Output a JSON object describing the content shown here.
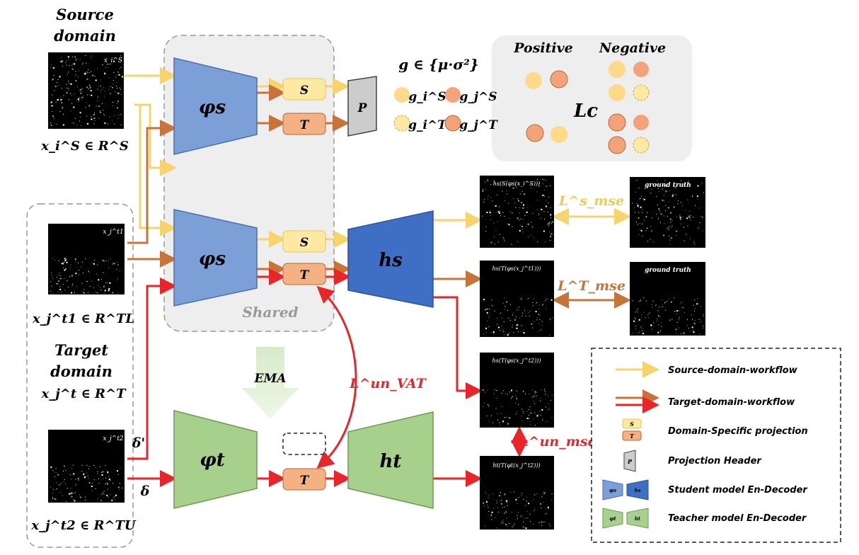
{
  "source_domain": {
    "title_line1": "Source",
    "title_line2": "domain",
    "sample_label": "x_i^S ∈ R^S",
    "thumb_tag": "x_i^S"
  },
  "target_domain": {
    "title_line1": "Target",
    "title_line2": "domain",
    "set_label": "x_j^t ∈ R^T",
    "labeled_label": "x_j^t1 ∈ R^TL",
    "unlabeled_label": "x_j^t2 ∈ R^TU",
    "thumb1_tag": "x_j^t1",
    "thumb2_tag": "x_j^t2"
  },
  "shared_label": "Shared",
  "ema_label": "EMA",
  "delta_prime": "δ'",
  "delta": "δ",
  "encoders": {
    "student_1": "φs",
    "student_2": "φs",
    "teacher": "φt"
  },
  "decoders": {
    "student": "hs",
    "teacher": "ht"
  },
  "projections": {
    "s1": "S",
    "t1": "T",
    "s2": "S",
    "t2": "T",
    "t3": "T"
  },
  "projection_header": "P",
  "stats_set": "g ∈ {μ·σ²}",
  "features": {
    "gis": "g_i^S",
    "gjs": "g_j^S",
    "git": "g_i^T",
    "gjt": "g_j^T"
  },
  "contrastive": {
    "positive": "Positive",
    "negative": "Negative",
    "loss": "Lc"
  },
  "outputs": {
    "out1": "hs(S(φs(x_i^S)))",
    "out2": "hs(T(φs(x_j^t1)))",
    "out3": "hs(T(φs(x_j^t2)))",
    "out4": "ht(T(φt(x_j^t2)))",
    "gt1": "ground truth",
    "gt2": "ground truth"
  },
  "losses": {
    "mse_s": "L^s_mse",
    "mse_t": "L^T_mse",
    "vat": "L^un_VAT",
    "mse_un": "L^un_mse"
  },
  "legend": {
    "source_flow": "Source-domain-workflow",
    "target_flow": "Target-domain-workflow",
    "projection": "Domain-Specific projection",
    "header": "Projection Header",
    "student": "Student model En-Decoder",
    "teacher": "Teacher model En-Decoder",
    "icon_s": "S",
    "icon_t": "T",
    "icon_p": "P",
    "icon_phis": "φs",
    "icon_hs": "hs",
    "icon_phit": "φt",
    "icon_ht": "ht"
  },
  "colors": {
    "source_arrow": "#f7d36e",
    "target_brown": "#c8733a",
    "target_red": "#e8262a",
    "student_enc": "#7d9fd8",
    "student_dec": "#3f6fc4",
    "teacher": "#a8d08d",
    "s_box": "#fde9a2",
    "t_box": "#f4b183"
  }
}
